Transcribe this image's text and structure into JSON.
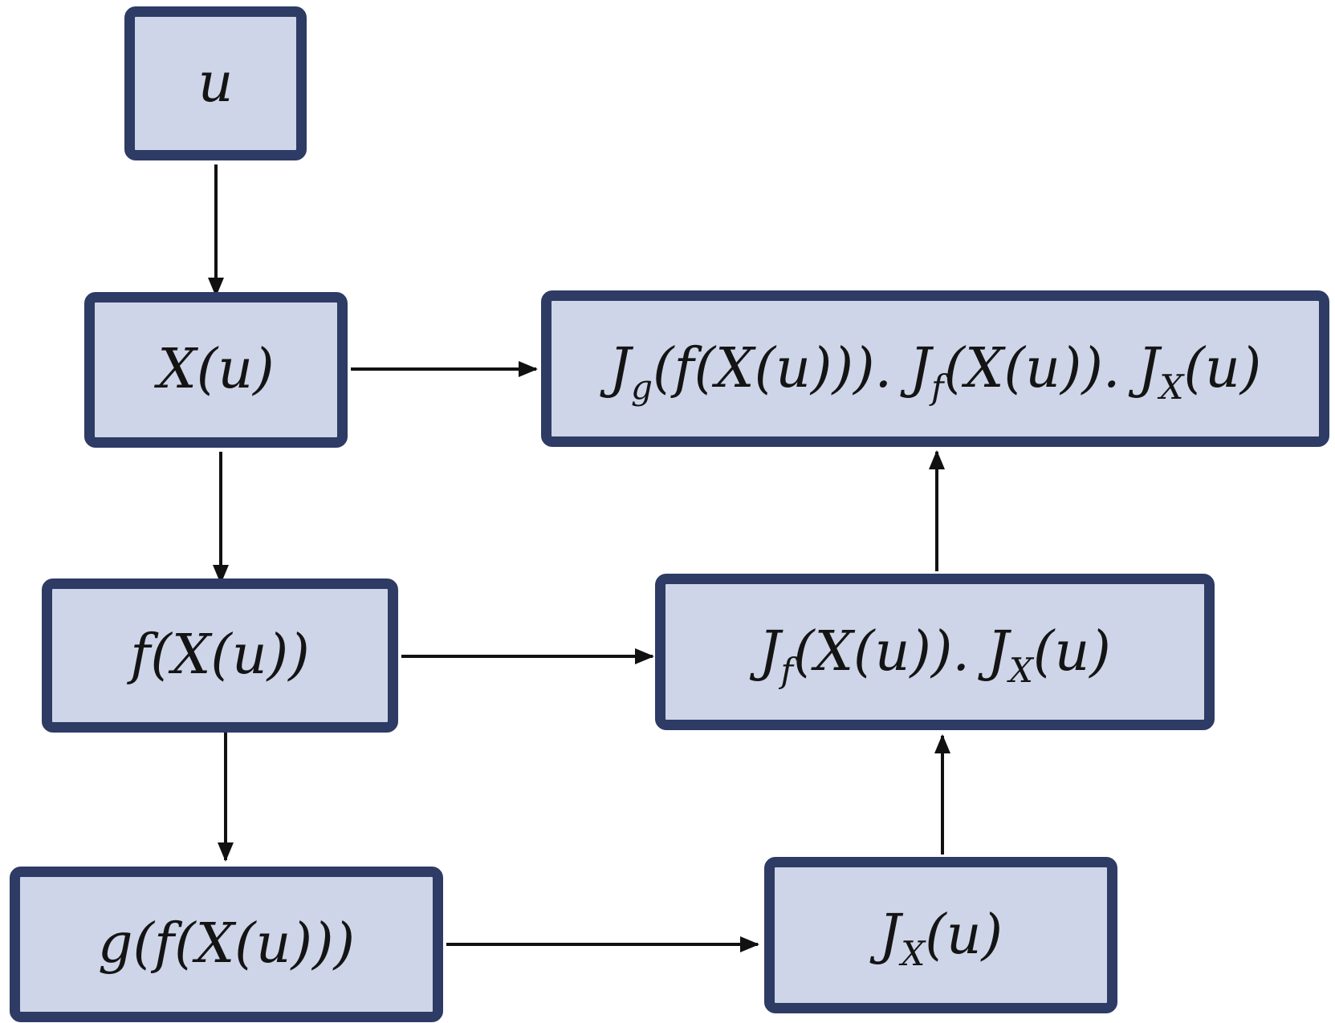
{
  "diagram": {
    "nodes": {
      "u": {
        "text": "u"
      },
      "x_u": {
        "text": "X(u)"
      },
      "f_x_u": {
        "text": "f(X(u))"
      },
      "g_f_x_u": {
        "text": "g(f(X(u)))"
      },
      "j_x_u": {
        "prefix": "J",
        "sub": "X",
        "rest": "(u)"
      },
      "j_f_j_x": {
        "prefix1": "J",
        "sub1": "f",
        "mid": "(X(u)). J",
        "sub2": "X",
        "rest": "(u)"
      },
      "j_g_j_f_j_x": {
        "prefix1": "J",
        "sub1": "g",
        "mid1": "(f(X(u))). J",
        "sub2": "f",
        "mid2": "(X(u)). J",
        "sub3": "X",
        "rest": "(u)"
      }
    },
    "edges": [
      {
        "from": "u",
        "to": "x_u"
      },
      {
        "from": "x_u",
        "to": "f_x_u"
      },
      {
        "from": "f_x_u",
        "to": "g_f_x_u"
      },
      {
        "from": "x_u",
        "to": "j_g_j_f_j_x"
      },
      {
        "from": "f_x_u",
        "to": "j_f_j_x"
      },
      {
        "from": "g_f_x_u",
        "to": "j_x_u"
      },
      {
        "from": "j_x_u",
        "to": "j_f_j_x"
      },
      {
        "from": "j_f_j_x",
        "to": "j_g_j_f_j_x"
      }
    ],
    "colors": {
      "node_fill": "#ced5e8",
      "node_border": "#2d3b65",
      "arrow": "#111111"
    }
  }
}
